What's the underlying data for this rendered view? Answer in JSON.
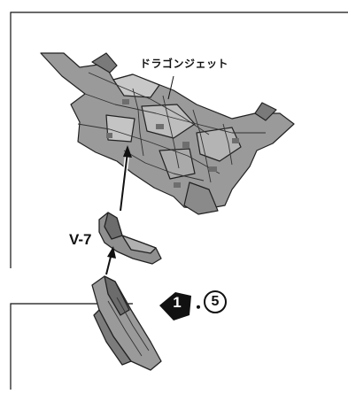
{
  "labels": {
    "model_name": "ドラゴンジェット",
    "part_code": "V-7",
    "step_number": "1",
    "step_separator": "・",
    "step_sub": "5"
  },
  "colors": {
    "line": "#111111",
    "part_fill": "#8f8f8f",
    "part_dark": "#555555",
    "step_badge": "#111111"
  },
  "icons": {
    "arrow": "arrow-up-icon",
    "step_badge": "pentagon-badge-icon"
  }
}
